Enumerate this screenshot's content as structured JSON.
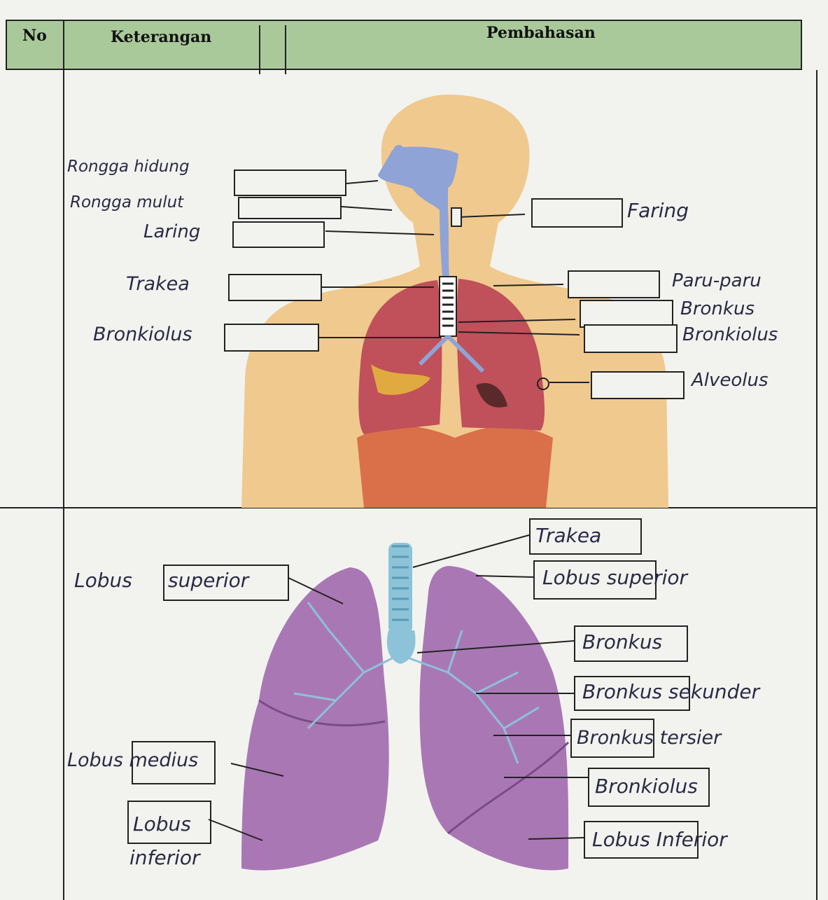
{
  "header": {
    "no": "No",
    "keterangan": "Keterangan",
    "pembahasan": "Pembahasan"
  },
  "diagram1": {
    "labels": {
      "rongga_hidung": "Rongga hidung",
      "rongga_mulut": "Rongga mulut",
      "laring": "Laring",
      "trakea": "Trakea",
      "bronkiolus_left": "Bronkiolus",
      "faring": "Faring",
      "paru_paru": "Paru-paru",
      "bronkus": "Bronkus",
      "bronkiolus_right": "Bronkiolus",
      "alveolus": "Alveolus"
    }
  },
  "diagram2": {
    "labels": {
      "lobus_superior_left_prefix": "Lobus",
      "lobus_superior_left_box": "superior",
      "lobus_medius": "Lobus medius",
      "lobus_inferior_left_box": "Lobus",
      "lobus_inferior_left_suffix": "inferior",
      "trakea": "Trakea",
      "lobus_superior_right": "Lobus superior",
      "bronkus": "Bronkus",
      "bronkus_sekunder": "Bronkus sekunder",
      "bronkus_tersier": "Bronkus tersier",
      "bronkiolus": "Bronkiolus",
      "lobus_inferior_right": "Lobus Inferior"
    }
  },
  "colors": {
    "header_bg": "#a9c99a",
    "body_silhouette": "#f0c98e",
    "lung_red": "#c0505a",
    "diaphragm": "#d9704a",
    "airway_blue": "#8fa3d6",
    "lung_purple": "#a978b4"
  }
}
